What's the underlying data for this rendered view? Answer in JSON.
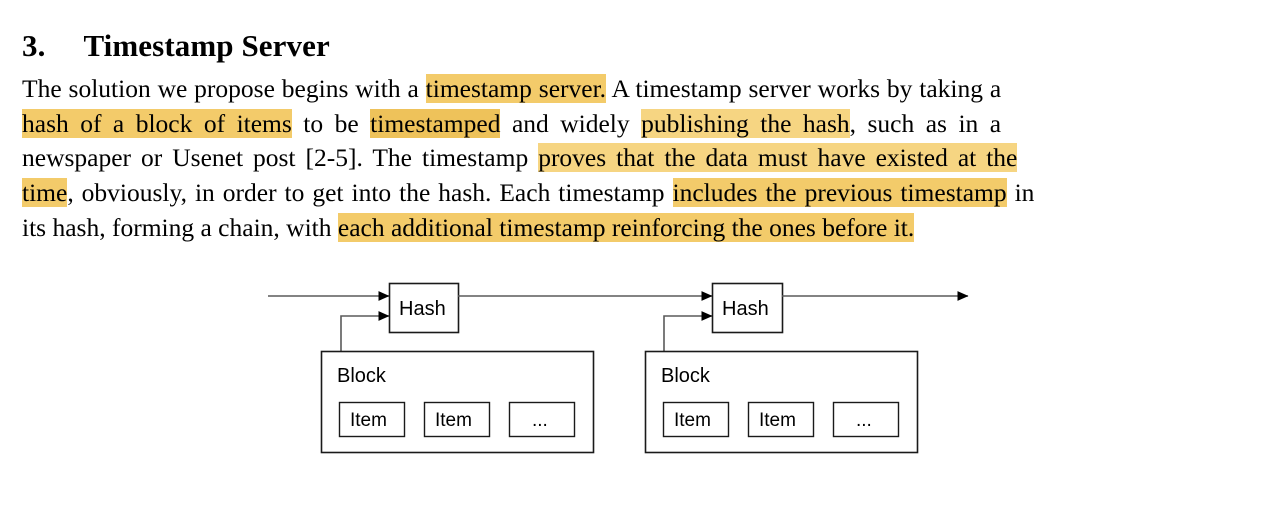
{
  "document": {
    "section": {
      "number": "3.",
      "title": "Timestamp Server"
    },
    "paragraph": {
      "full_text": "The solution we propose begins with a timestamp server. A timestamp server works by taking a hash of a block of items to be timestamped and widely publishing the hash, such as in a newspaper or Usenet post [2-5]. The timestamp proves that the data must have existed at the time, obviously, in order to get into the hash. Each timestamp includes the previous timestamp in its hash, forming a chain, with each additional timestamp reinforcing the ones before it.",
      "lines": [
        {
          "segments": [
            {
              "text": "The solution we propose begins with a ",
              "highlight": false
            },
            {
              "text": "timestamp server.",
              "highlight": true
            },
            {
              "text": "  A timestamp server works by taking a",
              "highlight": false
            }
          ]
        },
        {
          "segments": [
            {
              "text": "hash of a block of items",
              "highlight": true
            },
            {
              "text": " to be ",
              "highlight": false
            },
            {
              "text": "timestamped",
              "highlight": true
            },
            {
              "text": " and widely ",
              "highlight": false
            },
            {
              "text": "publishing the hash",
              "highlight": true
            },
            {
              "text": ", such as in a",
              "highlight": false
            }
          ]
        },
        {
          "segments": [
            {
              "text": "newspaper or Usenet post [2-5].  The timestamp ",
              "highlight": false
            },
            {
              "text": "proves that the data must have existed at the",
              "highlight": true
            }
          ]
        },
        {
          "segments": [
            {
              "text": "time",
              "highlight": true
            },
            {
              "text": ", obviously, in order to get into the hash.  Each timestamp ",
              "highlight": false
            },
            {
              "text": "includes the previous timestamp",
              "highlight": true
            },
            {
              "text": " in",
              "highlight": false
            }
          ]
        },
        {
          "segments": [
            {
              "text": "its hash, forming a chain, with ",
              "highlight": false
            },
            {
              "text": "each additional timestamp reinforcing the ones before it.",
              "highlight": true
            }
          ]
        }
      ],
      "highlighted_phrases": [
        "timestamp server.",
        "hash of a block of items",
        "timestamped",
        "publishing the hash",
        "proves that the data must have existed at the time",
        "includes the previous timestamp",
        "each additional timestamp reinforcing the ones before it."
      ]
    }
  },
  "diagram": {
    "name": "timestamp-server-hash-chain",
    "blocks": [
      {
        "hash_label": "Hash",
        "block_label": "Block",
        "items": [
          "Item",
          "Item",
          "..."
        ]
      },
      {
        "hash_label": "Hash",
        "block_label": "Block",
        "items": [
          "Item",
          "Item",
          "..."
        ]
      }
    ]
  },
  "colors": {
    "highlight": "#f3cb6a",
    "highlight_deep": "#eec25a",
    "highlight_pale": "#f6d582",
    "ink": "#000000",
    "page": "#ffffff",
    "diagram_stroke": "#5a5a5a",
    "diagram_box_stroke": "#1a1a1a"
  }
}
